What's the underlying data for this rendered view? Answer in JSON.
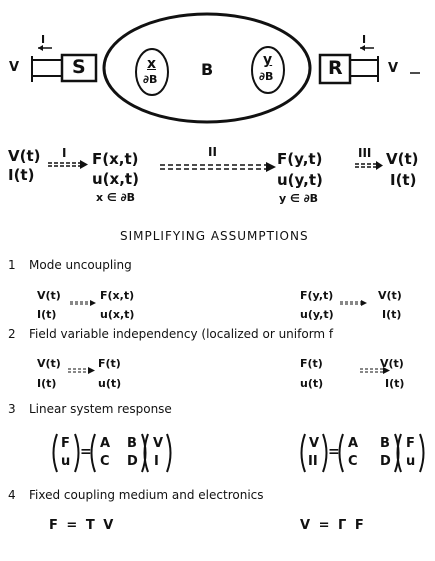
{
  "top_diagram": {
    "source_box": "S",
    "receiver_box": "R",
    "source_voltage": "V",
    "source_current": "I",
    "receiver_voltage": "V",
    "receiver_current": "I",
    "body_label": "B",
    "point_left": {
      "var": "x",
      "sub": "∂B"
    },
    "point_right": {
      "var": "y",
      "sub": "∂B"
    }
  },
  "chain": {
    "left_V": "V(t)",
    "left_I": "I(t)",
    "arrow_I": "I",
    "F_x": "F(x,t)",
    "u_x": "u(x,t)",
    "x_in": "x ∈ ∂B",
    "arrow_II": "II",
    "F_y": "F(y,t)",
    "u_y": "u(y,t)",
    "y_in": "y ∈ ∂B",
    "arrow_III": "III",
    "right_V": "V(t)",
    "right_I": "I(t)"
  },
  "heading": "SIMPLIFYING ASSUMPTIONS",
  "sections": [
    {
      "num": "1",
      "title": "Mode uncoupling",
      "left": [
        "V(t)",
        "I(t)",
        "F(x,t)",
        "u(x,t)"
      ],
      "right": [
        "F(y,t)",
        "u(y,t)",
        "V(t)",
        "I(t)"
      ]
    },
    {
      "num": "2",
      "title": "Field variable independency (localized or uniform f",
      "left": [
        "V(t)",
        "I(t)",
        "F(t)",
        "u(t)"
      ],
      "right": [
        "F(t)",
        "u(t)",
        "V(t)",
        "I(t)"
      ]
    },
    {
      "num": "3",
      "title": "Linear system response",
      "left_vec": [
        "F",
        "u"
      ],
      "left_mat": [
        "A",
        "B",
        "C",
        "D"
      ],
      "left_rhs": [
        "V",
        "I"
      ],
      "right_vec": [
        "V",
        "II"
      ],
      "right_mat": [
        "A",
        "B",
        "C",
        "D"
      ],
      "right_rhs": [
        "F",
        "u"
      ]
    },
    {
      "num": "4",
      "title": "Fixed coupling medium and electronics",
      "eq_left": "F = T V",
      "eq_right": "V = Γ F"
    }
  ]
}
